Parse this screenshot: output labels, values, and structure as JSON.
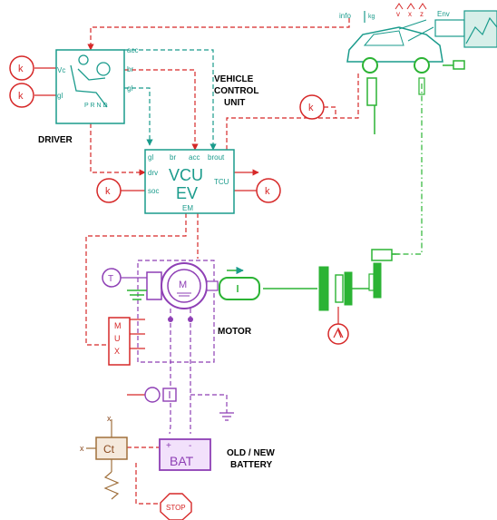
{
  "blocks": {
    "driver": {
      "label": "DRIVER",
      "ports": [
        "Vc",
        "gl",
        "acc",
        "br",
        "gl"
      ],
      "shifter": "P R N D"
    },
    "vcu": {
      "title_line1": "VCU",
      "title_line2": "EV",
      "top_ports": [
        "gl",
        "br",
        "acc",
        "brout"
      ],
      "left_ports": [
        "drv",
        "soc"
      ],
      "right_port": "TCU",
      "bottom_port": "EM",
      "caption": "VEHICLE\nCONTROL\nUNIT"
    },
    "vehicle": {
      "ports": [
        "info",
        "kg"
      ],
      "env_ports": [
        "v",
        "x",
        "z"
      ],
      "env_label": "Env"
    },
    "motor": {
      "label": "MOTOR",
      "symbol": "M"
    },
    "mux": {
      "label": "MUX"
    },
    "battery": {
      "label": "BAT",
      "caption": "OLD / NEW\nBATTERY",
      "plus": "+",
      "minus": "-"
    },
    "thermal": {
      "label": "Ct"
    },
    "constants": {
      "k_label": "k",
      "temp_label": "T",
      "stop_label": "STOP"
    }
  },
  "colors": {
    "teal": "#1a9b8c",
    "red": "#d62828",
    "purple": "#8e3fb5",
    "green": "#2bb334"
  },
  "icons": [
    "driver-seat-icon",
    "car-icon",
    "environment-icon",
    "motor-icon",
    "gearbox-icon",
    "battery-icon",
    "stop-sign-icon",
    "spring-icon",
    "ground-icon"
  ]
}
